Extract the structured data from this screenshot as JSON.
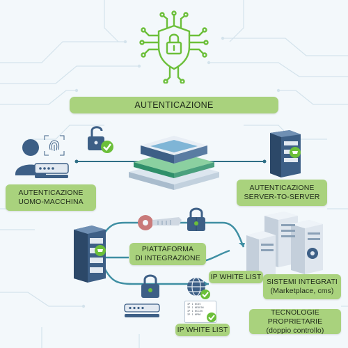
{
  "title": "AUTENTICAZIONE",
  "labels": {
    "uomo_macchina": [
      "AUTENTICAZIONE",
      "UOMO-MACCHINA"
    ],
    "server_to_server": [
      "AUTENTICAZIONE",
      "SERVER-TO-SERVER"
    ],
    "piattaforma": [
      "PIATTAFORMA",
      "DI INTEGRAZIONE"
    ],
    "ip_white_list_right": "IP WHITE LIST",
    "ip_white_list_bottom": "IP WHITE LIST",
    "sistemi_integrati": [
      "SISTEMI INTEGRATI",
      "(Marketplace, cms)"
    ],
    "tecnologie": [
      "TECNOLOGIE PROPRIETARIE",
      "(doppio controllo)"
    ]
  },
  "ip_list": [
    "IP 1 6C55",
    "IP 1 6E5E56",
    "IP 1 6CC2N",
    "IP 1 6P96"
  ],
  "colors": {
    "accent_green": "#a9d27d",
    "icon_green": "#6cbf3a",
    "circuit_line": "#cfe0ea",
    "device_blue": "#3d5f86",
    "device_light": "#e2e9f1",
    "teal_arrow": "#3f8fa3"
  },
  "icons": [
    "shield-lock-icon",
    "user-icon",
    "fingerprint-icon",
    "password-field-icon",
    "unlocked-padlock-icon",
    "check-icon",
    "hub-platform-icon",
    "server-icon",
    "key-icon",
    "padlock-icon",
    "globe-icon",
    "ip-document-icon",
    "gear-icon"
  ]
}
